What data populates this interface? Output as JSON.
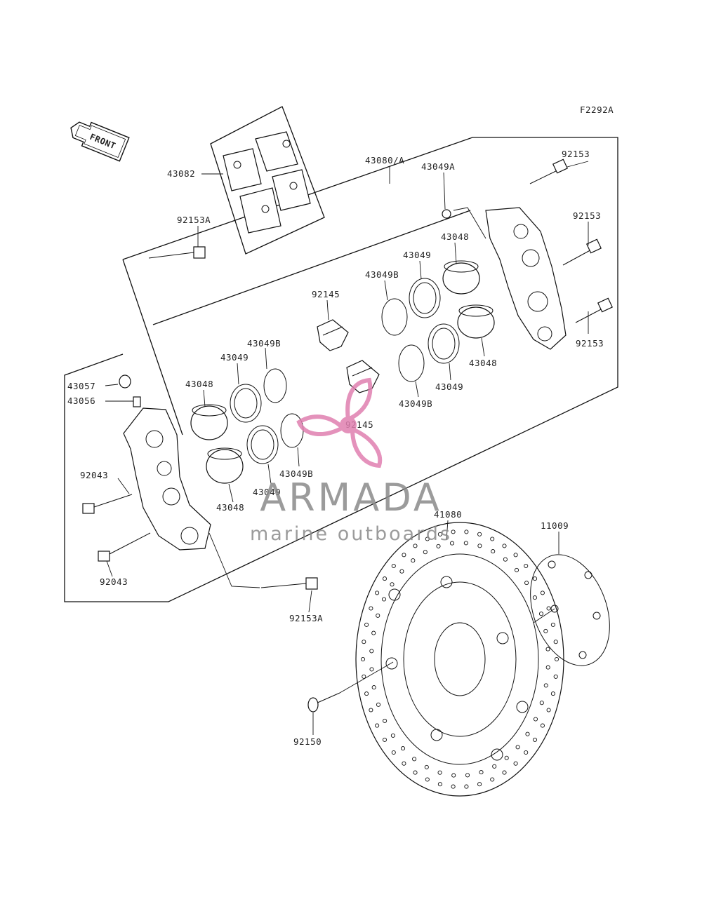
{
  "diagram_code": "F2292A",
  "front_label": "FRONT",
  "watermark": {
    "brand": "ARMADA",
    "tagline": "marine outboards",
    "accent_color": "#e07fb0",
    "text_color": "#8a8a8a"
  },
  "part_labels": {
    "p43080A": "43080/A",
    "p92153_top": "92153",
    "p92153_mid": "92153",
    "p92153_low": "92153",
    "p43049A": "43049A",
    "p43048_top": "43048",
    "p43049_top": "43049",
    "p43049B_top": "43049B",
    "p92145_top": "92145",
    "p43048_right": "43048",
    "p43049_right": "43049",
    "p43049B_right": "43049B",
    "p43082": "43082",
    "p92153A_top": "92153A",
    "p43049B_left": "43049B",
    "p43049_left": "43049",
    "p43048_left": "43048",
    "p43057": "43057",
    "p43056": "43056",
    "p92145_mid": "92145",
    "p92043_top": "92043",
    "p43049B_low": "43049B",
    "p43049_low": "43049",
    "p43048_low": "43048",
    "p92043_low": "92043",
    "p92153A_low": "92153A",
    "p41080": "41080",
    "p11009": "11009",
    "p92150": "92150"
  }
}
